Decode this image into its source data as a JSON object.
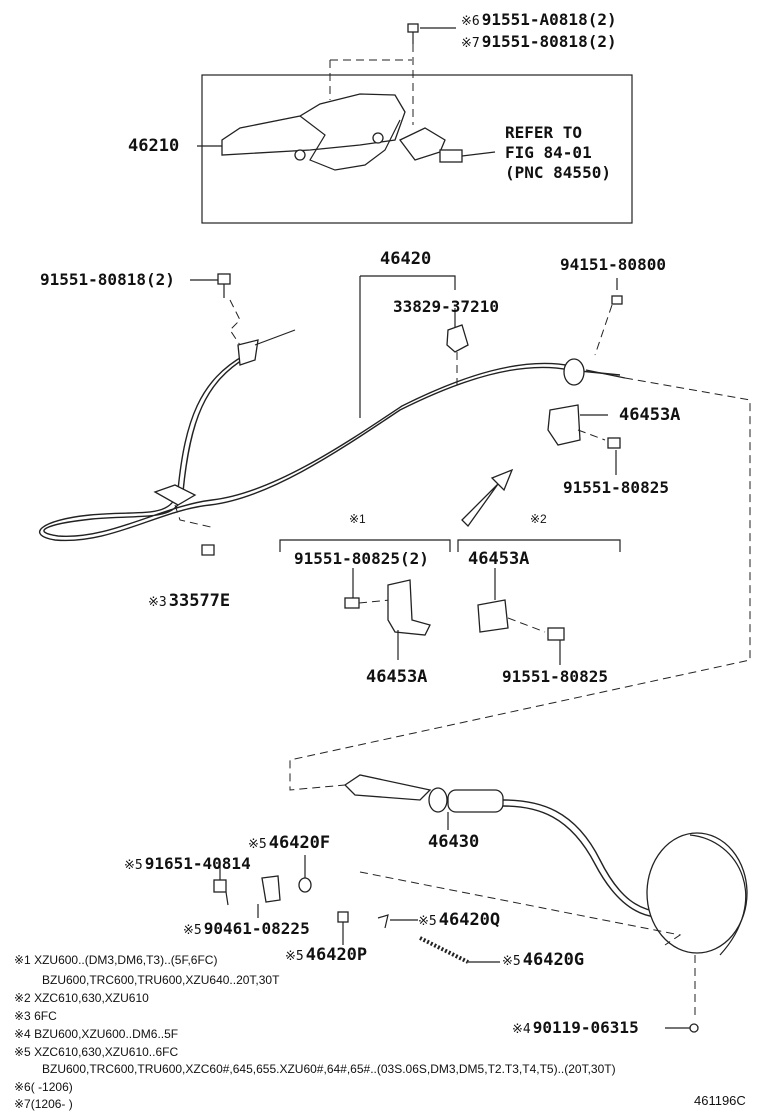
{
  "callouts": {
    "p91551_A0818": {
      "mark": "※6",
      "text": "91551-A0818(2)"
    },
    "p91551_80818_top": {
      "mark": "※7",
      "text": "91551-80818(2)"
    },
    "p46210": "46210",
    "refer_line1": "REFER TO",
    "refer_line2": "FIG 84-01",
    "refer_line3": "(PNC 84550)",
    "p46420": "46420",
    "p91551_80818_left": "91551-80818(2)",
    "p94151_80800": "94151-80800",
    "p33829_37210": "33829-37210",
    "p46453A_right": "46453A",
    "p91551_80825_right": "91551-80825",
    "group1_mark": "※1",
    "group2_mark": "※2",
    "p91551_80825_2": "91551-80825(2)",
    "p46453A_g2": "46453A",
    "p33577E": {
      "mark": "※3",
      "text": "33577E"
    },
    "p46453A_g1": "46453A",
    "p91551_80825_g2": "91551-80825",
    "p46420F": {
      "mark": "※5",
      "text": "46420F"
    },
    "p46430": "46430",
    "p91651_40814": {
      "mark": "※5",
      "text": "91651-40814"
    },
    "p90461_08225": {
      "mark": "※5",
      "text": "90461-08225"
    },
    "p46420Q": {
      "mark": "※5",
      "text": "46420Q"
    },
    "p46420P": {
      "mark": "※5",
      "text": "46420P"
    },
    "p46420G": {
      "mark": "※5",
      "text": "46420G"
    },
    "p90119_06315": {
      "mark": "※4",
      "text": "90119-06315"
    }
  },
  "notes": [
    {
      "mark": "※1",
      "text": "XZU600..(DM3,DM6,T3)..(5F,6FC)"
    },
    {
      "mark": "",
      "text": "BZU600,TRC600,TRU600,XZU640..20T,30T"
    },
    {
      "mark": "※2",
      "text": "XZC610,630,XZU610"
    },
    {
      "mark": "※3",
      "text": "6FC"
    },
    {
      "mark": "※4",
      "text": "BZU600,XZU600..DM6..5F"
    },
    {
      "mark": "※5",
      "text": "XZC610,630,XZU610..6FC"
    },
    {
      "mark": "",
      "text": "BZU600,TRC600,TRU600,XZC60#,645,655.XZU60#,64#,65#..(03S.06S,DM3,DM5,T2.T3,T4,T5)..(20T,30T)"
    },
    {
      "mark": "※6",
      "text": "(        -1206)"
    },
    {
      "mark": "※7",
      "text": "(1206-        )"
    }
  ],
  "figure_code": "461196C"
}
